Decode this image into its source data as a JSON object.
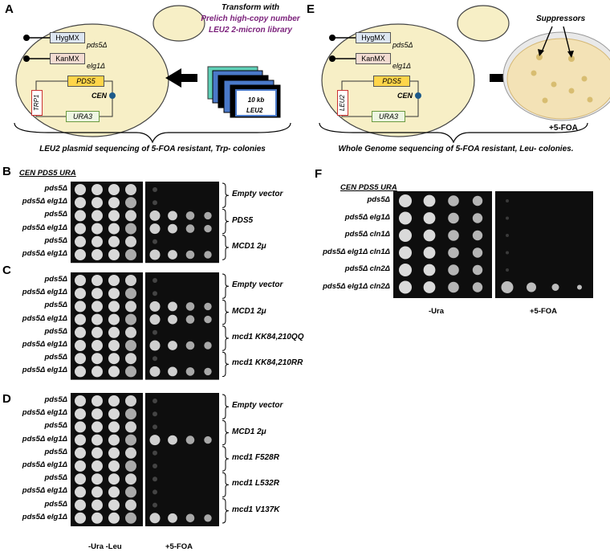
{
  "panels": {
    "A": {
      "letter": "A",
      "transform_text": [
        "Transform with",
        "Prelich high-copy number",
        "LEU2 2-micron library"
      ],
      "genes": {
        "hyg": "HygMX",
        "kan": "KanMX",
        "pds5": "PDS5",
        "ura3": "URA3",
        "marker": "TRP1",
        "cen": "CEN"
      },
      "deletions": {
        "pds5": "pds5Δ",
        "elg1": "elg1Δ"
      },
      "plasmid_size": "10 kb",
      "plasmid_marker": "LEU2",
      "caption": "LEU2 plasmid sequencing of 5-FOA resistant, Trp- colonies"
    },
    "E": {
      "letter": "E",
      "genes": {
        "hyg": "HygMX",
        "kan": "KanMX",
        "pds5": "PDS5",
        "ura3": "URA3",
        "marker": "LEU2",
        "cen": "CEN"
      },
      "deletions": {
        "pds5": "pds5Δ",
        "elg1": "elg1Δ"
      },
      "suppressors": "Suppressors",
      "plate_label": "+5-FOA",
      "caption": "Whole Genome sequencing of 5-FOA resistant, Leu- colonies."
    },
    "B": {
      "letter": "B",
      "header": "CEN PDS5 URA",
      "rows": [
        "pds5Δ",
        "pds5Δ elg1Δ",
        "pds5Δ",
        "pds5Δ elg1Δ",
        "pds5Δ",
        "pds5Δ elg1Δ"
      ],
      "groups": [
        "Empty vector",
        "PDS5",
        "MCD1 2μ"
      ]
    },
    "C": {
      "letter": "C",
      "rows": [
        "pds5Δ",
        "pds5Δ elg1Δ",
        "pds5Δ",
        "pds5Δ elg1Δ",
        "pds5Δ",
        "pds5Δ elg1Δ",
        "pds5Δ",
        "pds5Δ elg1Δ"
      ],
      "groups": [
        "Empty vector",
        "MCD1 2μ",
        "mcd1 KK84,210QQ",
        "mcd1 KK84,210RR"
      ]
    },
    "D": {
      "letter": "D",
      "rows": [
        "pds5Δ",
        "pds5Δ elg1Δ",
        "pds5Δ",
        "pds5Δ elg1Δ",
        "pds5Δ",
        "pds5Δ elg1Δ",
        "pds5Δ",
        "pds5Δ elg1Δ",
        "pds5Δ",
        "pds5Δ elg1Δ"
      ],
      "groups": [
        "Empty vector",
        "MCD1 2μ",
        "mcd1 F528R",
        "mcd1 L532R",
        "mcd1 V137K"
      ],
      "xlabel_left": "-Ura -Leu",
      "xlabel_right": "+5-FOA"
    },
    "F": {
      "letter": "F",
      "header": "CEN PDS5 URA",
      "rows": [
        "pds5Δ",
        "pds5Δ elg1Δ",
        "pds5Δ cln1Δ",
        "pds5Δ elg1Δ cln1Δ",
        "pds5Δ cln2Δ",
        "pds5Δ elg1Δ cln2Δ"
      ],
      "xlabel_left": "-Ura",
      "xlabel_right": "+5-FOA"
    }
  },
  "colors": {
    "cell_fill": "#f7efc6",
    "plate_fill": "#f3e2b6",
    "title_purple": "#7a1f7a",
    "plasmid_blue": "#4a79c9",
    "plasmid_teal": "#5fd0b7",
    "cen_dot": "#1d5a8a"
  }
}
